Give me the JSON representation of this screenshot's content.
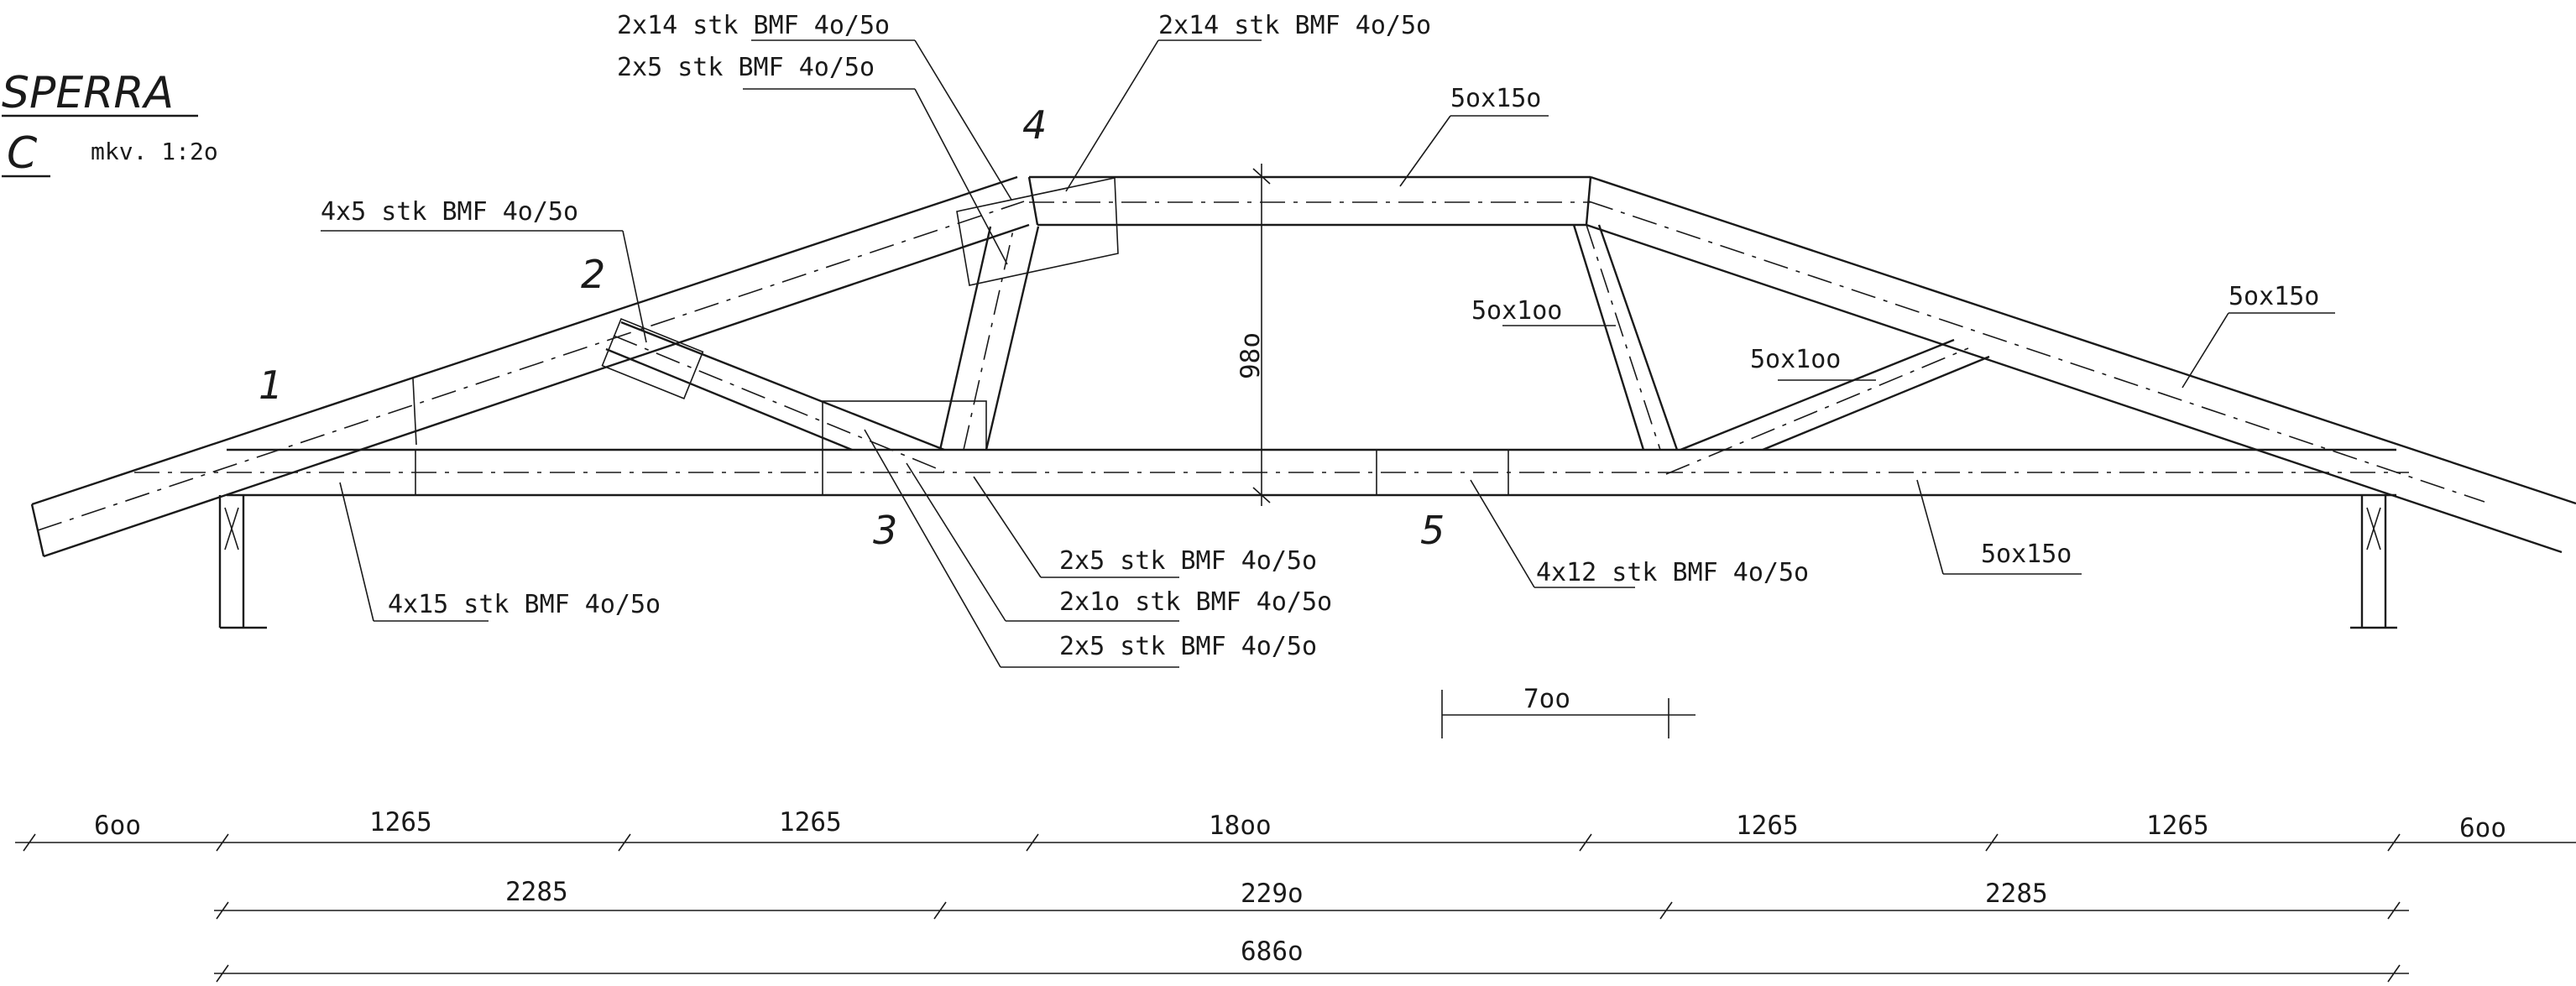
{
  "title": {
    "name": "SPERRA",
    "type": "C",
    "scale": "mkv. 1:2o"
  },
  "nodes": [
    "1",
    "2",
    "3",
    "4",
    "5"
  ],
  "member_labels": {
    "top_chord_left_node4_upper": "2x14 stk BMF 4o/5o",
    "top_chord_left_node4_lower": "2x5 stk BMF 4o/5o",
    "top_chord_right_node4": "2x14 stk BMF 4o/5o",
    "top_horizontal": "5ox15o",
    "node2": "4x5 stk BMF 4o/5o",
    "vertical_right": "5ox1oo",
    "diagonal_right": "5ox1oo",
    "right_rafter": "5ox15o",
    "node1_bottom": "4x15 stk BMF 4o/5o",
    "node3_a": "2x5 stk BMF 4o/5o",
    "node3_b": "2x1o stk BMF 4o/5o",
    "node3_c": "2x5 stk BMF 4o/5o",
    "node5": "4x12 stk BMF 4o/5o",
    "bottom_chord": "5ox15o"
  },
  "dimensions": {
    "height": "98o",
    "detail_width": "7oo",
    "row1": [
      "6oo",
      "1265",
      "1265",
      "18oo",
      "1265",
      "1265",
      "6oo"
    ],
    "row2": [
      "2285",
      "229o",
      "2285"
    ],
    "row3": "686o"
  }
}
